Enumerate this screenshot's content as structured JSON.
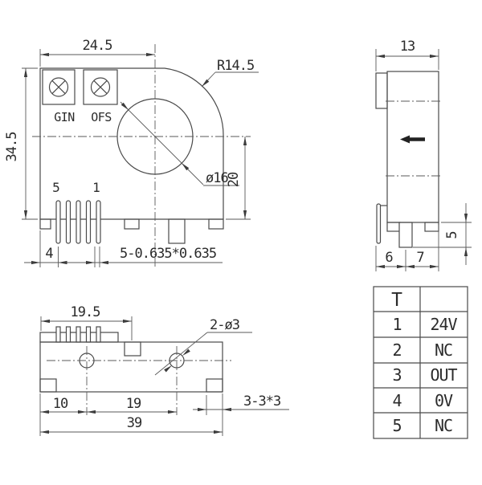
{
  "colors": {
    "background": "#ffffff",
    "object_line": "#4a4a4a",
    "dimension_line": "#5a5a5a",
    "text": "#2b2b2b",
    "current_arrow": "#222222"
  },
  "front_view": {
    "width_dim": "24.5",
    "height_dim": "34.5",
    "corner_radius_dim": "R14.5",
    "aperture_diameter_dim": "ø16",
    "center_height_dim": "20",
    "gain_pot_label": "GIN",
    "offset_pot_label": "OFS",
    "pin5_label": "5",
    "pin1_label": "1",
    "pin_offset_dim": "4",
    "pin_spec": "5-0.635*0.635"
  },
  "side_view": {
    "width_dim": "13",
    "pin_length_dim": "5",
    "pitch_dim_left": "6",
    "pitch_dim_right": "7"
  },
  "bottom_view": {
    "connector_dim": "19.5",
    "hole_spec": "2-ø3",
    "hole_offset_dim": "10",
    "hole_pitch_dim": "19",
    "total_width_dim": "39",
    "cutout_spec": "3-3*3"
  },
  "pin_table": {
    "header": "T",
    "rows": [
      {
        "pin": "1",
        "signal": "24V"
      },
      {
        "pin": "2",
        "signal": "NC"
      },
      {
        "pin": "3",
        "signal": "OUT"
      },
      {
        "pin": "4",
        "signal": "0V"
      },
      {
        "pin": "5",
        "signal": "NC"
      }
    ]
  }
}
